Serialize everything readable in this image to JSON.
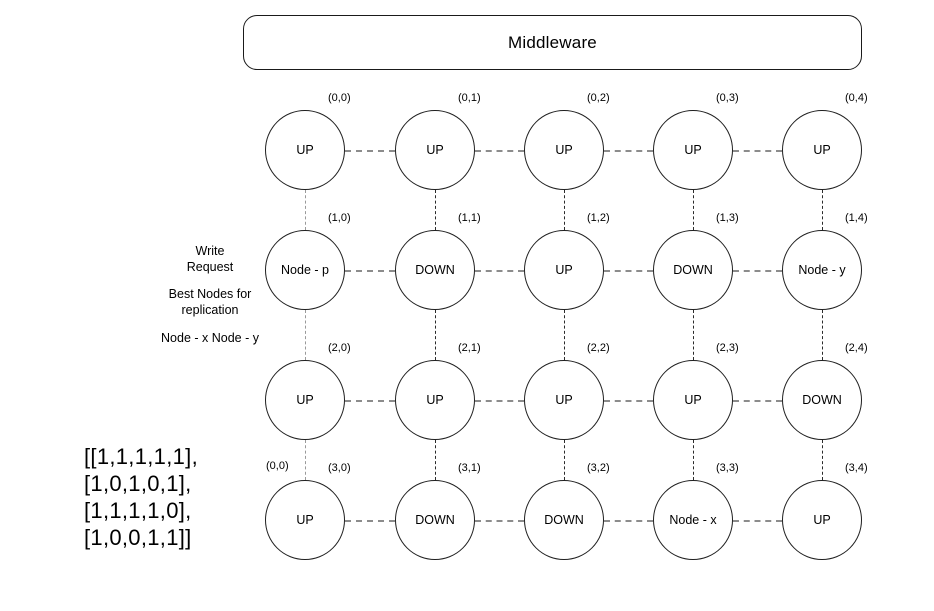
{
  "banner": {
    "title": "Middleware"
  },
  "annotations": {
    "write_request": "Write\nRequest",
    "best_nodes": "Best Nodes for\nreplication",
    "chosen_nodes": "Node - x Node - y",
    "matrix": "[[1,1,1,1,1],\n[1,0,1,0,1],\n[1,1,1,1,0],\n[1,0,0,1,1]]",
    "stray_coord": "(0,0)"
  },
  "grid": {
    "rows": 4,
    "cols": 5,
    "nodes": [
      [
        {
          "coord": "(0,0)",
          "state": "UP"
        },
        {
          "coord": "(0,1)",
          "state": "UP"
        },
        {
          "coord": "(0,2)",
          "state": "UP"
        },
        {
          "coord": "(0,3)",
          "state": "UP"
        },
        {
          "coord": "(0,4)",
          "state": "UP"
        }
      ],
      [
        {
          "coord": "(1,0)",
          "state": "Node - p"
        },
        {
          "coord": "(1,1)",
          "state": "DOWN"
        },
        {
          "coord": "(1,2)",
          "state": "UP"
        },
        {
          "coord": "(1,3)",
          "state": "DOWN"
        },
        {
          "coord": "(1,4)",
          "state": "Node - y"
        }
      ],
      [
        {
          "coord": "(2,0)",
          "state": "UP"
        },
        {
          "coord": "(2,1)",
          "state": "UP"
        },
        {
          "coord": "(2,2)",
          "state": "UP"
        },
        {
          "coord": "(2,3)",
          "state": "UP"
        },
        {
          "coord": "(2,4)",
          "state": "DOWN"
        }
      ],
      [
        {
          "coord": "(3,0)",
          "state": "UP"
        },
        {
          "coord": "(3,1)",
          "state": "DOWN"
        },
        {
          "coord": "(3,2)",
          "state": "DOWN"
        },
        {
          "coord": "(3,3)",
          "state": "Node - x"
        },
        {
          "coord": "(3,4)",
          "state": "UP"
        }
      ]
    ]
  },
  "colors": {
    "stroke": "#1f1f1f",
    "link_horizontal": "#8c8c8c",
    "link_vertical": "#2b2b2b",
    "background": "#ffffff"
  }
}
